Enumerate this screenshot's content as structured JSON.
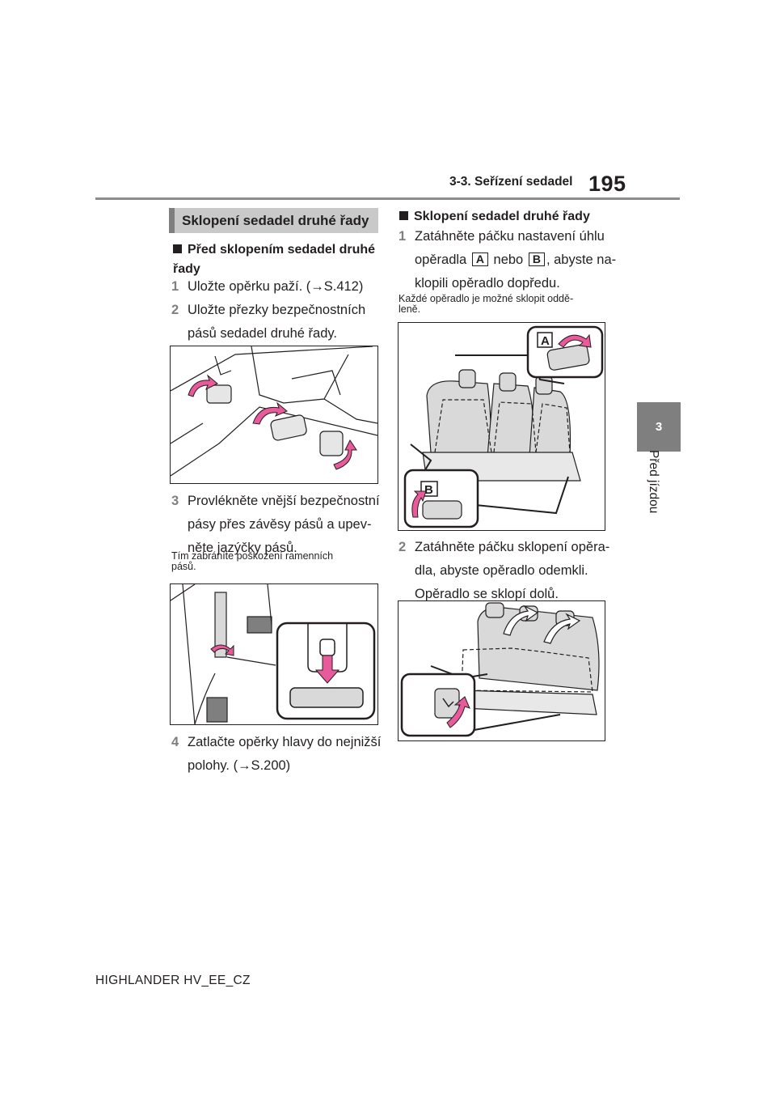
{
  "header": {
    "page_number": "195",
    "section": "3-3. Seřízení sedadel",
    "tab_number": "3",
    "tab_label": "Před jízdou"
  },
  "left": {
    "title": "Sklopení sedadel druhé řady",
    "subheading": "Před sklopením sedadel druhé řady",
    "steps": [
      {
        "n": "1",
        "text": "Uložte opěrku paží. (→S.412)"
      },
      {
        "n": "2",
        "text": "Uložte přezky bezpečnostních pásů sedadel druhé řady."
      },
      {
        "n": "3",
        "text": "Provlékněte vnější bezpečnostní pásy přes závěsy pásů a upevněte jazýčky pásů."
      },
      {
        "n": "4",
        "text": "Zatlačte opěrky hlavy do nejnižší polohy. (→S.200)"
      }
    ],
    "step1": {
      "n": "1",
      "text": "Uložte opěrku paží. (→S.412)"
    },
    "step2": {
      "n": "2",
      "line1": "Uložte přezky bezpečnostních",
      "line2": "pásů sedadel druhé řady."
    },
    "step3": {
      "n": "3",
      "line1": "Provlékněte vnější bezpečnostní",
      "line2": "pásy přes závěsy pásů a upev-",
      "line3": "něte jazýčky pásů."
    },
    "note3": {
      "line1": "Tím zabráníte poškození ramenních",
      "line2": "pásů."
    },
    "step4": {
      "n": "4",
      "line1": "Zatlačte opěrky hlavy do nejnižší",
      "line2": "polohy. (→S.200)"
    }
  },
  "right": {
    "subheading": "Sklopení sedadel druhé řady",
    "step1": {
      "n": "1",
      "line1": "Zatáhněte páčku nastavení úhlu",
      "line2_a": "opěradla ",
      "label_a": "A",
      "line2_b": " nebo ",
      "label_b": "B",
      "line2_c": ", abyste na-",
      "line3": "klopili opěradlo dopředu."
    },
    "note1": {
      "line1": "Každé opěradlo je možné sklopit oddě-",
      "line2": "leně."
    },
    "figure_labels": {
      "a": "A",
      "b": "B"
    },
    "step2": {
      "n": "2",
      "line1": "Zatáhněte páčku sklopení opěra-",
      "line2": "dla, abyste opěradlo odemkli.",
      "line3": "Opěradlo se sklopí dolů."
    }
  },
  "footer": {
    "model": "HIGHLANDER HV_EE_CZ"
  },
  "colors": {
    "accent_gray": "#7f7f7f",
    "title_bg": "#c9c9c9",
    "arrow_pink": "#e85a9a",
    "rule": "#8c8c8c"
  }
}
